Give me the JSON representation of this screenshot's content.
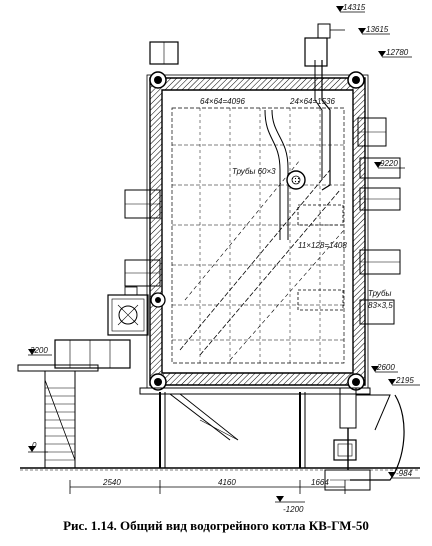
{
  "caption": "Рис. 1.14. Общий вид водогрейного котла  КВ-ГМ-50",
  "elevations": {
    "e14315": "14315",
    "e13615": "13615",
    "e12780": "12780",
    "e9220": "9220",
    "e3200": "3200",
    "e2600": "2600",
    "e2195": "2195",
    "e0": "0",
    "em1200": "-1200",
    "em984": "-984"
  },
  "dimensions": {
    "d2540": "2540",
    "d4160": "4160",
    "d1664": "1664"
  },
  "annotations": {
    "tubes_top_left": "64×64=4096",
    "tubes_top_right": "24×64=1536",
    "tubes_60x3": "Трубы 60×3",
    "tubes_mid": "11×128=1408",
    "tubes_83_label": "Трубы",
    "tubes_83_size": "83×3,5"
  }
}
